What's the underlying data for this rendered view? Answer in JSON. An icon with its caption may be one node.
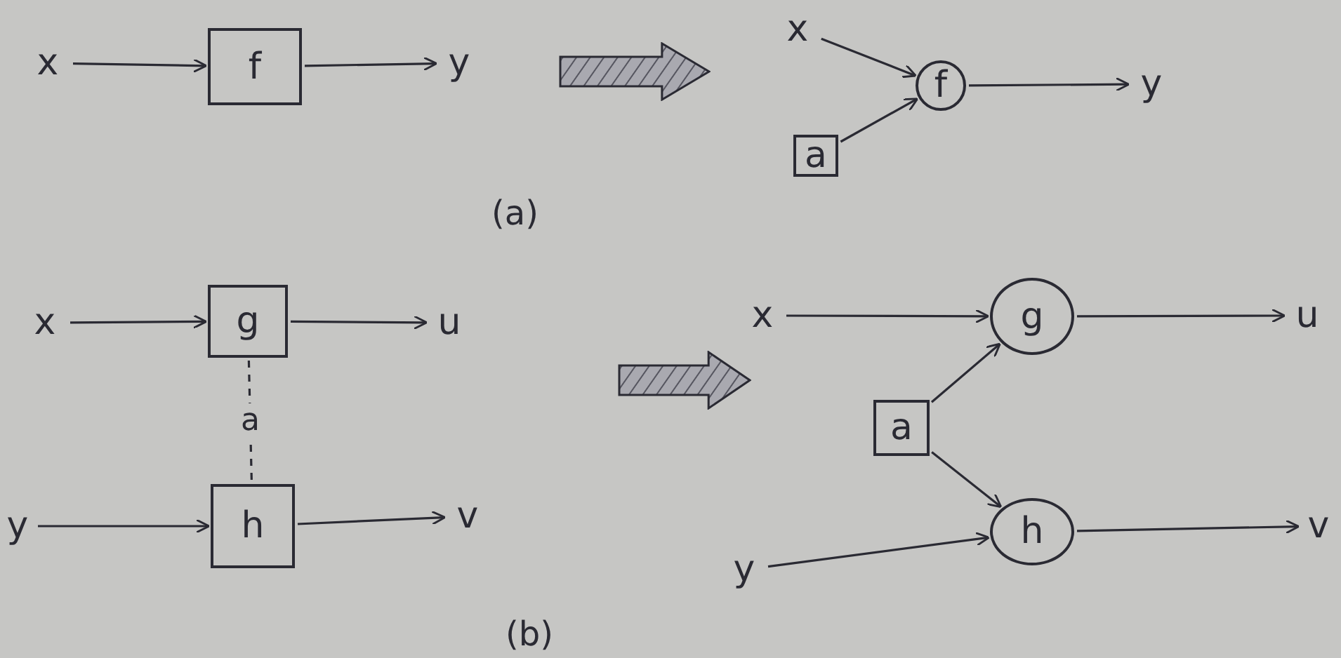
{
  "diagram": {
    "nodes": [
      {
        "text": [
          "x"
        ]
      },
      {
        "text": [
          "f"
        ]
      },
      {
        "text": [
          "y"
        ]
      },
      {
        "text": [],
        "shape": "arrow"
      },
      {
        "text": [
          "x"
        ]
      },
      {
        "text": [
          "f"
        ]
      },
      {
        "text": [
          "y"
        ]
      },
      {
        "text": [
          "a"
        ]
      },
      {
        "text": [
          "x"
        ]
      },
      {
        "text": [
          "g"
        ]
      },
      {
        "text": [
          "u"
        ]
      },
      {
        "text": [],
        "shape": "arrow"
      },
      {
        "text": [
          "y"
        ]
      },
      {
        "text": [
          "h"
        ]
      },
      {
        "text": [
          "v"
        ]
      },
      {
        "text": [
          "x"
        ]
      },
      {
        "text": [
          "g"
        ]
      },
      {
        "text": [
          "u"
        ]
      },
      {
        "text": [
          "a"
        ]
      },
      {
        "text": [
          "h"
        ]
      },
      {
        "text": [
          "y"
        ]
      },
      {
        "text": [
          "v"
        ]
      }
    ],
    "edges": [
      {
        "from": 0,
        "to": 1,
        "arrow": "to"
      },
      {
        "from": 1,
        "to": 2,
        "arrow": "to"
      },
      {
        "from": 4,
        "to": 5,
        "arrow": "to"
      },
      {
        "from": 7,
        "to": 5,
        "arrow": "to"
      },
      {
        "from": 5,
        "to": 6,
        "arrow": "to"
      },
      {
        "from": 8,
        "to": 9,
        "arrow": "to"
      },
      {
        "from": 9,
        "to": 10,
        "arrow": "to"
      },
      {
        "from": 9,
        "to": 13,
        "arrow": "none",
        "label": "a",
        "style": "dashed"
      },
      {
        "from": 12,
        "to": 13,
        "arrow": "to"
      },
      {
        "from": 13,
        "to": 14,
        "arrow": "to"
      },
      {
        "from": 15,
        "to": 16,
        "arrow": "to"
      },
      {
        "from": 18,
        "to": 16,
        "arrow": "to"
      },
      {
        "from": 16,
        "to": 17,
        "arrow": "to"
      },
      {
        "from": 18,
        "to": 19,
        "arrow": "to"
      },
      {
        "from": 20,
        "to": 19,
        "arrow": "to"
      },
      {
        "from": 19,
        "to": 21,
        "arrow": "to"
      }
    ],
    "labels": [
      "(a)",
      "(b)"
    ]
  }
}
